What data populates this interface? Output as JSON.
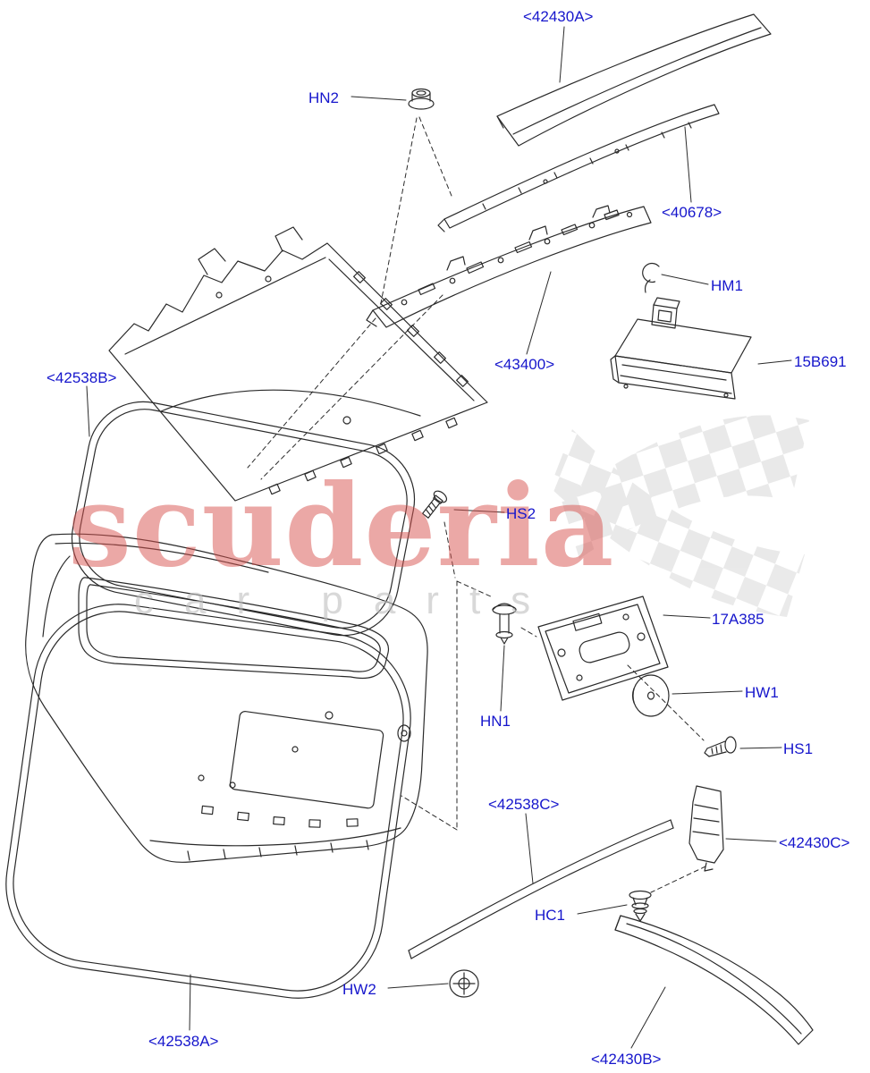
{
  "watermark": {
    "brand": "scuderia",
    "subtitle": "car parts"
  },
  "colors": {
    "label": "#1616cc",
    "line": "#2a2a2a",
    "background": "#ffffff",
    "wmbrand": "#d9534f",
    "wmsub": "#bfbfbf",
    "wmflag": "#cccccc"
  },
  "labels": [
    {
      "part": "42430A",
      "text": "<42430A>"
    },
    {
      "part": "HN2",
      "text": "HN2"
    },
    {
      "part": "40678",
      "text": "<40678>"
    },
    {
      "part": "HM1",
      "text": "HM1"
    },
    {
      "part": "43400",
      "text": "<43400>"
    },
    {
      "part": "15B691",
      "text": "15B691"
    },
    {
      "part": "42538B",
      "text": "<42538B>"
    },
    {
      "part": "HS2",
      "text": "HS2"
    },
    {
      "part": "17A385",
      "text": "17A385"
    },
    {
      "part": "HW1",
      "text": "HW1"
    },
    {
      "part": "HN1",
      "text": "HN1"
    },
    {
      "part": "HS1",
      "text": "HS1"
    },
    {
      "part": "42538C",
      "text": "<42538C>"
    },
    {
      "part": "42430C",
      "text": "<42430C>"
    },
    {
      "part": "HC1",
      "text": "HC1"
    },
    {
      "part": "HW2",
      "text": "HW2"
    },
    {
      "part": "42538A",
      "text": "<42538A>"
    },
    {
      "part": "42430B",
      "text": "<42430B>"
    }
  ]
}
